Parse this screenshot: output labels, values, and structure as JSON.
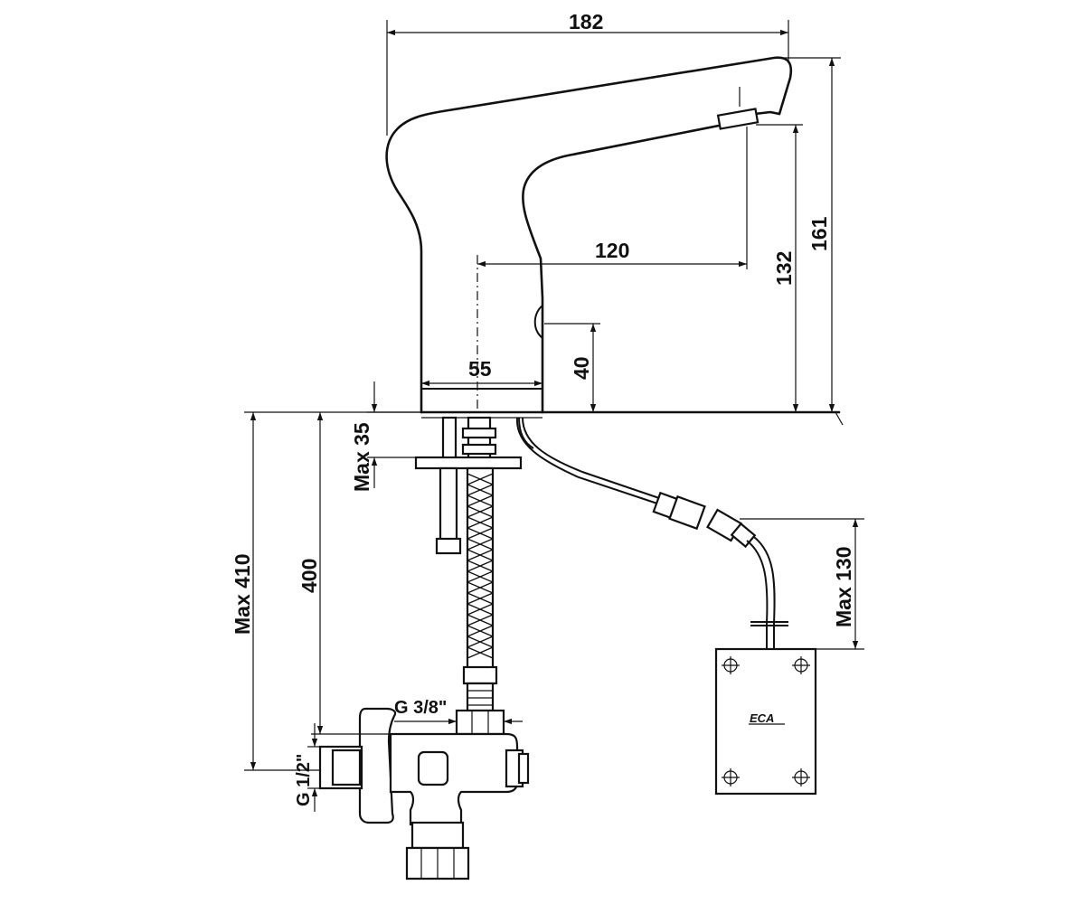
{
  "dimensions": {
    "overall_length": "182",
    "overall_height": "161",
    "spout_height": "132",
    "spout_reach": "120",
    "sensor_height": "40",
    "base_diameter": "55",
    "max_deck_thickness": "Max 35",
    "hose_length": "400",
    "max_total_length": "Max 410",
    "max_cable_drop": "Max 130",
    "outlet_thread": "G 3/8\"",
    "inlet_thread": "G 1/2\""
  },
  "control_box": {
    "brand_logo": "ECA"
  }
}
